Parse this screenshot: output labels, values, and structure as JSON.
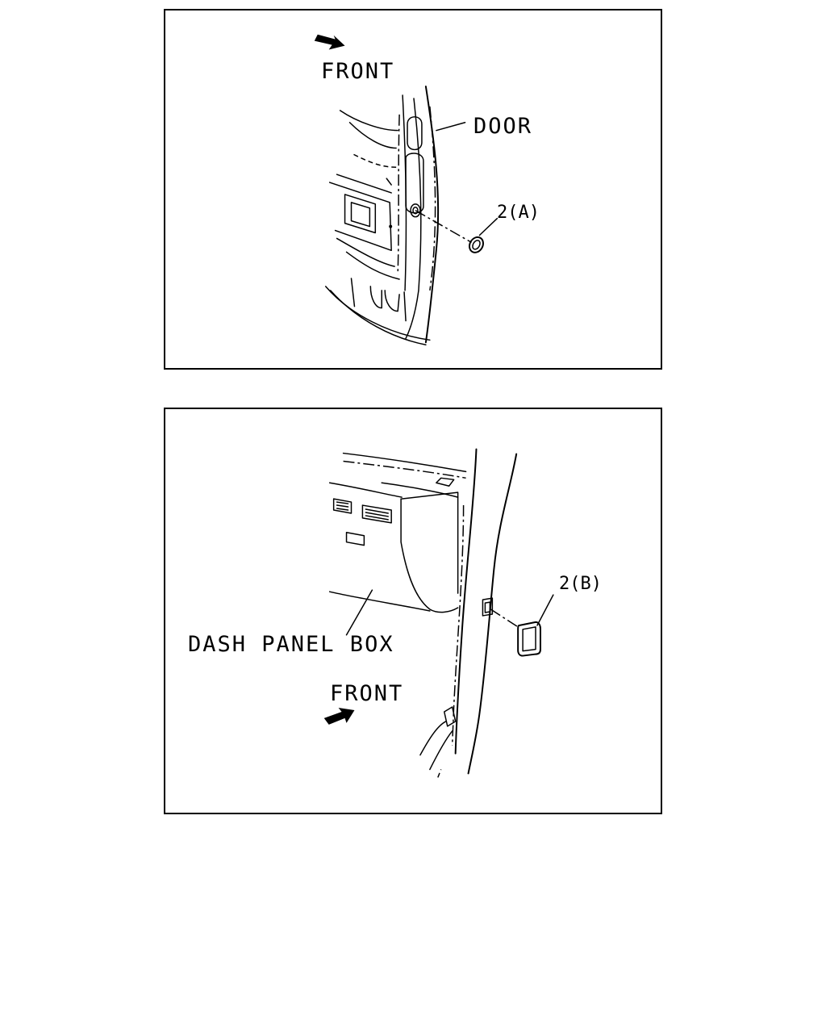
{
  "figures": [
    {
      "labels": {
        "front": "FRONT",
        "door": "DOOR",
        "part": "2(A)"
      }
    },
    {
      "labels": {
        "dash_panel_box": "DASH PANEL BOX",
        "front": "FRONT",
        "part": "2(B)"
      }
    }
  ]
}
